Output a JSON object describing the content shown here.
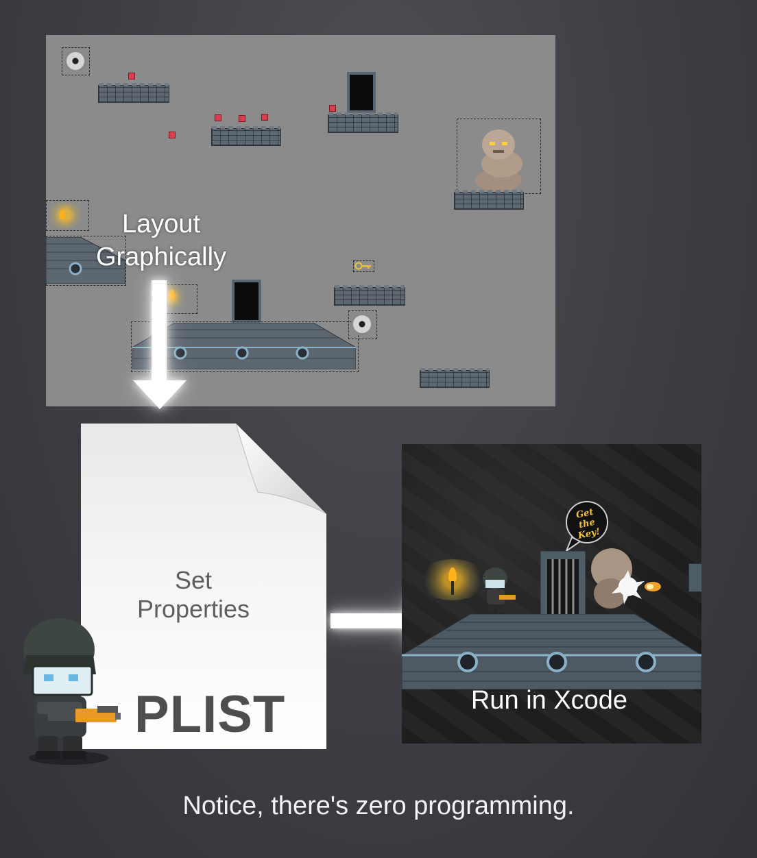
{
  "labels": {
    "layout_line1": "Layout",
    "layout_line2": "Graphically",
    "props_line1": "Set",
    "props_line2": "Properties",
    "plist": "PLIST",
    "run": "Run in Xcode",
    "speech_bubble": "Get the Key!"
  },
  "caption": "Notice, there's zero programming.",
  "colors": {
    "background": "#3d3e43",
    "editor_canvas": "#8b8b8b",
    "brick": "#5d6770",
    "gem": "#d8404f",
    "torch": "#ffb11a",
    "text_light": "#ffffff",
    "document": "#f4f4f4"
  },
  "icons": [
    "saw-blade-icon",
    "gem-icon",
    "door-icon",
    "golem-icon",
    "torch-icon",
    "key-icon",
    "soldier-icon",
    "arrow-down-icon",
    "arrow-right-icon",
    "document-icon"
  ]
}
